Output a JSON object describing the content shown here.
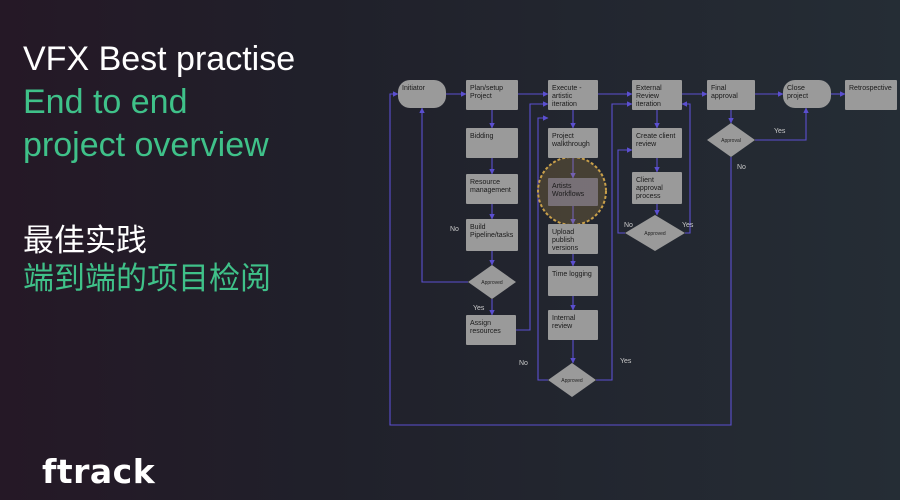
{
  "title": {
    "line1": "VFX Best practise",
    "line2": "End to end",
    "line3": "project overview"
  },
  "chinese": {
    "line1": "最佳实践",
    "line2": "端到端的项目检阅"
  },
  "logo": "ftrack",
  "colors": {
    "green": "#3fc189",
    "node_fill": "#9a9a9a",
    "connector": "#5b4fd0",
    "highlight": "#c9a04a"
  },
  "flow": {
    "nodes": [
      {
        "id": "initiator",
        "lines": [
          "Initiator"
        ]
      },
      {
        "id": "plan-setup",
        "lines": [
          "Plan/setup",
          "Project"
        ]
      },
      {
        "id": "execute",
        "lines": [
          "Execute -",
          "artistic",
          "iteration"
        ]
      },
      {
        "id": "external-review",
        "lines": [
          "External",
          "Review",
          "iteration"
        ]
      },
      {
        "id": "final-approval",
        "lines": [
          "Final",
          "approval"
        ]
      },
      {
        "id": "close-project",
        "lines": [
          "Close",
          "project"
        ]
      },
      {
        "id": "retrospective",
        "lines": [
          "Retrospective"
        ]
      },
      {
        "id": "bidding",
        "lines": [
          "Bidding"
        ]
      },
      {
        "id": "resource-management",
        "lines": [
          "Resource",
          "management"
        ]
      },
      {
        "id": "build-pipeline",
        "lines": [
          "Build",
          "Pipeline/tasks"
        ]
      },
      {
        "id": "assign-resources",
        "lines": [
          "Assign",
          "resources"
        ]
      },
      {
        "id": "project-walkthrough",
        "lines": [
          "Project",
          "walkthrough"
        ]
      },
      {
        "id": "artists-workflows",
        "lines": [
          "Artists",
          "Workflows"
        ]
      },
      {
        "id": "upload-publish",
        "lines": [
          "Upload",
          "publish",
          "versions"
        ]
      },
      {
        "id": "time-logging",
        "lines": [
          "Time logging"
        ]
      },
      {
        "id": "internal-review",
        "lines": [
          "Internal",
          "review"
        ]
      },
      {
        "id": "create-client-review",
        "lines": [
          "Create client",
          "review"
        ]
      },
      {
        "id": "client-approval",
        "lines": [
          "Client",
          "approval",
          "process"
        ]
      }
    ],
    "decisions": [
      {
        "id": "approved-plan",
        "label": "Approved"
      },
      {
        "id": "approved-internal",
        "label": "Approved"
      },
      {
        "id": "approved-client",
        "label": "Approved"
      },
      {
        "id": "approval-final",
        "label": "Approval"
      }
    ],
    "edge_labels": [
      {
        "id": "no-plan",
        "text": "No"
      },
      {
        "id": "yes-plan",
        "text": "Yes"
      },
      {
        "id": "no-internal",
        "text": "No"
      },
      {
        "id": "yes-internal",
        "text": "Yes"
      },
      {
        "id": "no-client",
        "text": "No"
      },
      {
        "id": "yes-client",
        "text": "Yes"
      },
      {
        "id": "yes-final",
        "text": "Yes"
      },
      {
        "id": "no-final",
        "text": "No"
      }
    ]
  }
}
